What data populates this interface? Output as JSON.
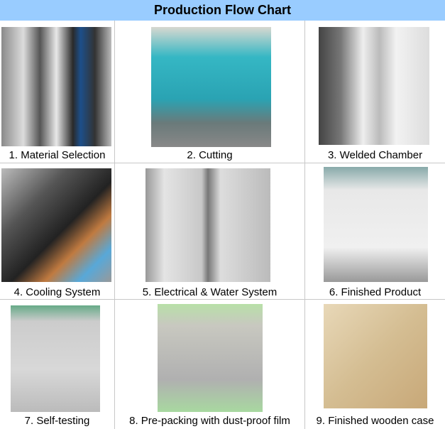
{
  "title": "Production Flow Chart",
  "steps": [
    {
      "label": "1. Material Selection",
      "image": "material-selection-photo"
    },
    {
      "label": "2. Cutting",
      "image": "cutting-photo"
    },
    {
      "label": "3. Welded Chamber",
      "image": "welded-chamber-photo"
    },
    {
      "label": "4. Cooling System",
      "image": "cooling-system-photo"
    },
    {
      "label": "5. Electrical & Water System",
      "image": "electrical-water-system-photo"
    },
    {
      "label": "6. Finished Product",
      "image": "finished-product-photo"
    },
    {
      "label": "7. Self-testing",
      "image": "self-testing-photo"
    },
    {
      "label": "8. Pre-packing with dust-proof film",
      "image": "pre-packing-photo"
    },
    {
      "label": "9. Finished wooden case",
      "image": "wooden-case-photo"
    }
  ],
  "colors": {
    "header": "#99ccff",
    "grid": "#c8c8c8"
  }
}
